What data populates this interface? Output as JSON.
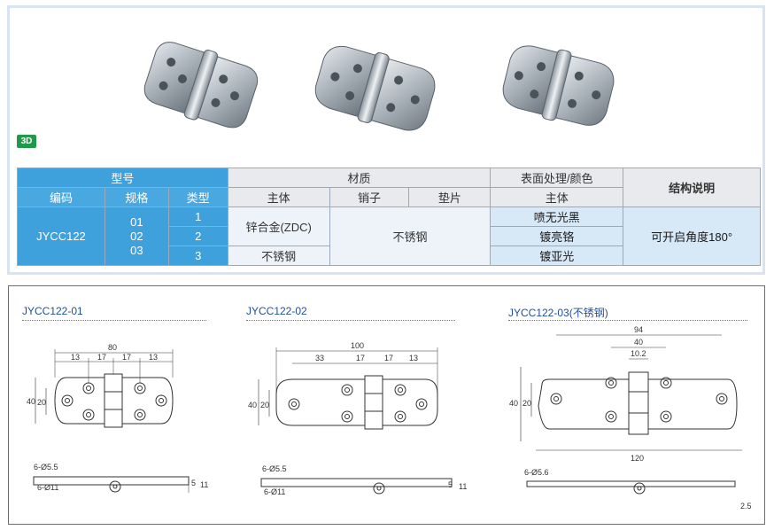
{
  "badge": "3D",
  "table": {
    "h_model": "型号",
    "h_material": "材质",
    "h_surface": "表面处理/颜色",
    "h_structure": "结构说明",
    "h_code": "编码",
    "h_spec": "规格",
    "h_type": "类型",
    "h_body": "主体",
    "h_pin": "销子",
    "h_washer": "垫片",
    "h_surface_body": "主体",
    "code": "JYCC122",
    "specs": [
      "01",
      "02",
      "03"
    ],
    "types": [
      "1",
      "2",
      "3"
    ],
    "body_zinc": "锌合金(ZDC)",
    "body_ss": "不锈钢",
    "pin_washer": "不锈钢",
    "finishes": [
      "喷无光黑",
      "镀亮铬",
      "镀亚光"
    ],
    "structure": "可开启角度180°"
  },
  "drawings": [
    {
      "title": "JYCC122-01",
      "dims": {
        "w": "80",
        "a": "13",
        "b": "17",
        "c": "17",
        "d": "13",
        "h1": "40",
        "h2": "20",
        "h3": "5",
        "h4": "11",
        "hole1": "6-Ø5.5",
        "hole2": "6-Ø11"
      }
    },
    {
      "title": "JYCC122-02",
      "dims": {
        "w": "100",
        "a": "33",
        "b": "17",
        "c": "17",
        "d": "13",
        "h1": "40",
        "h2": "20",
        "h3": "5",
        "h4": "11",
        "hole1": "6-Ø5.5",
        "hole2": "6-Ø11"
      }
    },
    {
      "title": "JYCC122-03(不锈钢)",
      "dims": {
        "w": "94",
        "w2": "40",
        "w3": "10.2",
        "w4": "120",
        "h1": "40",
        "h2": "20",
        "h3": "2.5",
        "hole1": "6-Ø5.6"
      }
    }
  ],
  "colors": {
    "accent": "#3fa1dc",
    "drawing_title": "#1f4f9d",
    "frame": "#d8e4f2"
  }
}
